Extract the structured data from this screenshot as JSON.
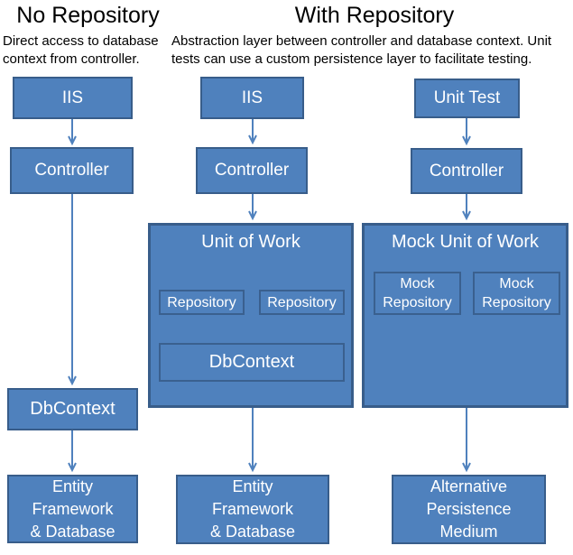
{
  "no_repo": {
    "title": "No Repository",
    "subtitle": "Direct access to database context from controller.",
    "nodes": {
      "iis": "IIS",
      "controller": "Controller",
      "dbcontext": "DbContext",
      "bottom": [
        "Entity",
        "Framework",
        "& Database"
      ]
    }
  },
  "with_repo": {
    "title": "With Repository",
    "subtitle": "Abstraction layer between controller and database context. Unit tests can use a custom persistence layer to facilitate testing.",
    "real": {
      "iis": "IIS",
      "controller": "Controller",
      "container": "Unit of Work",
      "repo1": "Repository",
      "repo2": "Repository",
      "dbcontext": "DbContext",
      "bottom": [
        "Entity",
        "Framework",
        "& Database"
      ]
    },
    "mock": {
      "unit_test": "Unit Test",
      "controller": "Controller",
      "container": "Mock Unit of Work",
      "repo1": [
        "Mock",
        "Repository"
      ],
      "repo2": [
        "Mock",
        "Repository"
      ],
      "bottom": [
        "Alternative",
        "Persistence",
        "Medium"
      ]
    }
  },
  "colors": {
    "box_fill": "#4f81bd",
    "box_border": "#385d8a",
    "arrow": "#4f81bd",
    "box_text": "#ffffff",
    "heading_text": "#000000"
  }
}
